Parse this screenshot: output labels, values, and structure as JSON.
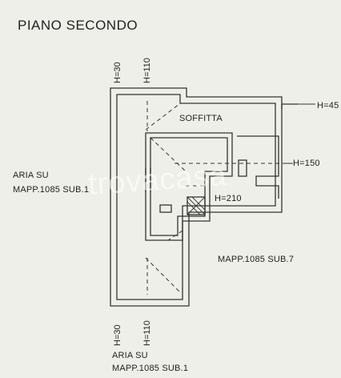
{
  "title": "PIANO SECONDO",
  "labels": {
    "soffitta": "SOFFITTA",
    "h45": "H=45",
    "h150": "H=150",
    "h210": "H=210",
    "h30_top": "H=30",
    "h110_top": "H=110",
    "h30_bottom": "H=30",
    "h110_bottom": "H=110",
    "aria_left_line1": "ARIA SU",
    "aria_left_line2": "MAPP.1085 SUB.1",
    "aria_bottom_line1": "ARIA SU",
    "aria_bottom_line2": "MAPP.1085 SUB.1",
    "mapp_sub7": "MAPP.1085 SUB.7"
  },
  "watermark": "trovacasa",
  "colors": {
    "background": "#efefe9",
    "line": "#333333"
  }
}
